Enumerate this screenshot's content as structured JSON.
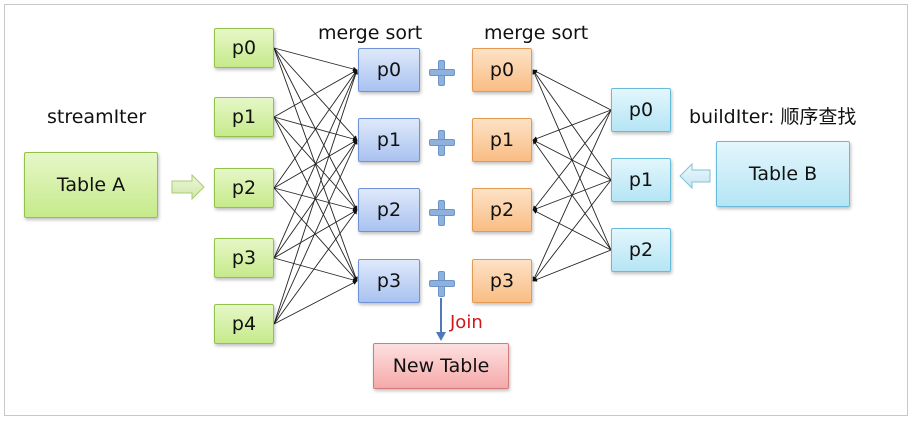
{
  "labels": {
    "stream_iter": "streamIter",
    "build_iter": "buildIter: 顺序查找",
    "merge_sort_left": "merge sort",
    "merge_sort_right": "merge sort",
    "join": "Join"
  },
  "table_a": "Table A",
  "table_b": "Table B",
  "new_table": "New Table",
  "a_partitions": [
    "p0",
    "p1",
    "p2",
    "p3",
    "p4"
  ],
  "sorted_left": [
    "p0",
    "p1",
    "p2",
    "p3"
  ],
  "sorted_right": [
    "p0",
    "p1",
    "p2",
    "p3"
  ],
  "b_partitions": [
    "p0",
    "p1",
    "p2"
  ],
  "colors": {
    "table_a": "#c6ea8a",
    "partitions_a": "#c6ea8a",
    "sorted_left": "#a9c2f0",
    "sorted_right": "#f9bd84",
    "partitions_b": "#b5e5f5",
    "table_b": "#b5e5f5",
    "new_table": "#f5a9a9",
    "join_text": "#d01818"
  }
}
